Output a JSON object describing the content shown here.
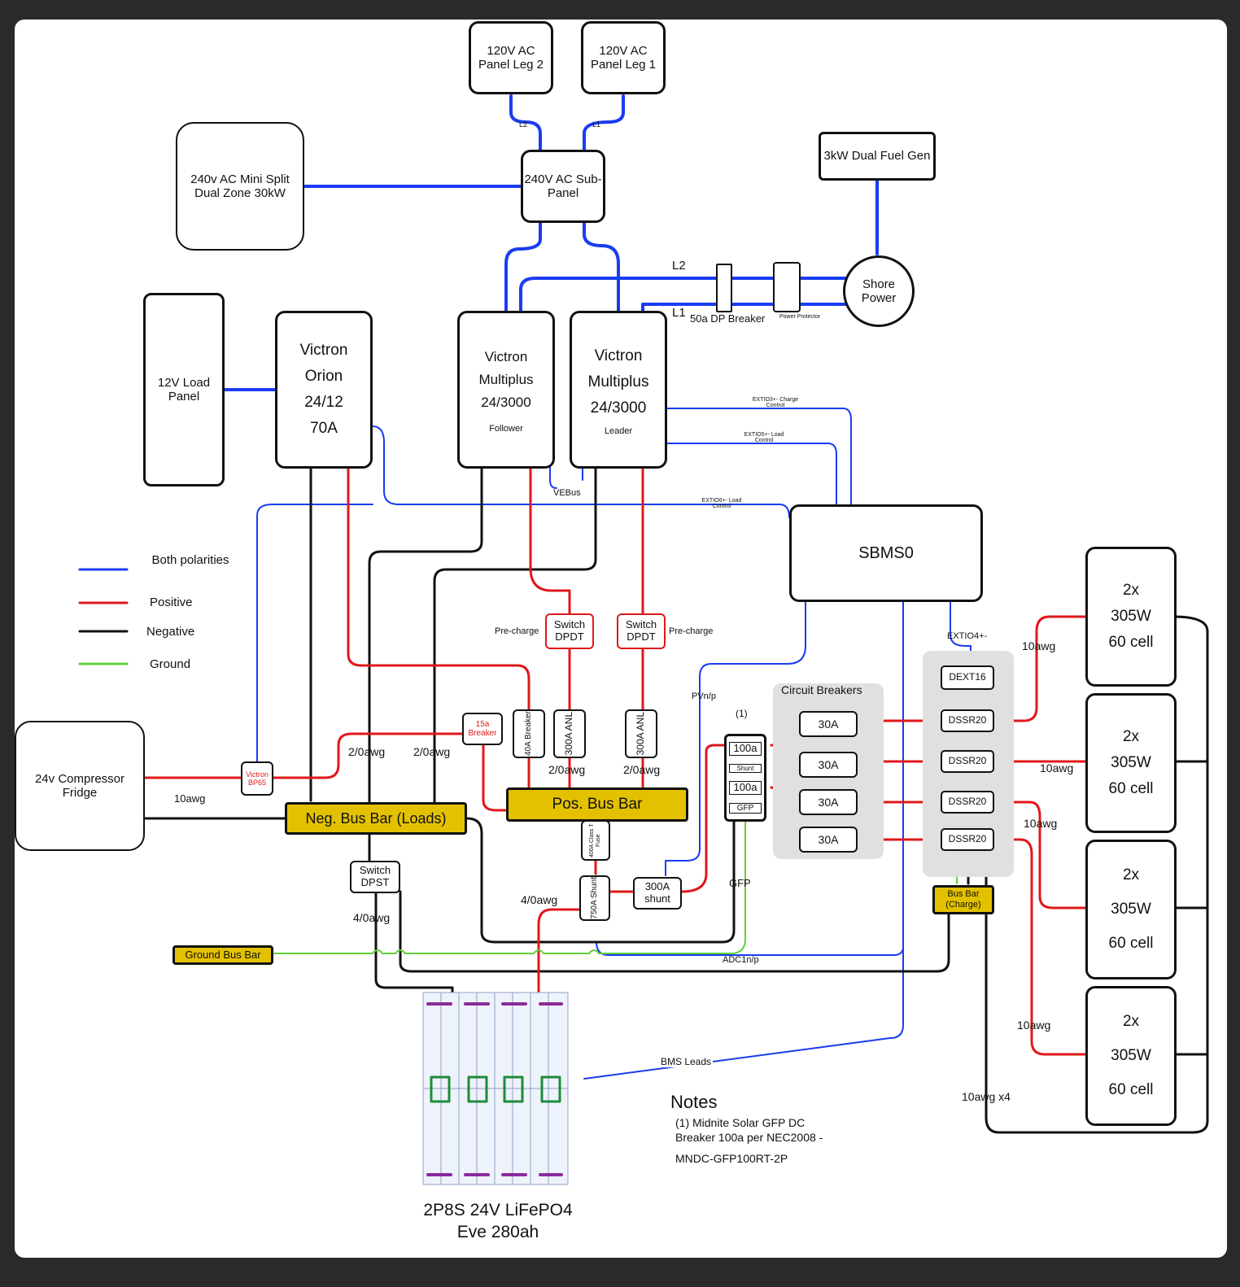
{
  "legend": {
    "both": "Both polarities",
    "positive": "Positive",
    "negative": "Negative",
    "ground": "Ground",
    "colors": {
      "both": "#1a3cf0",
      "positive": "#e0181b",
      "negative": "#111111",
      "ground": "#5fd03a"
    }
  },
  "components": {
    "panel_leg2": "120V AC Panel Leg 2",
    "panel_leg1": "120V AC Panel Leg 1",
    "mini_split": "240v AC Mini Split Dual Zone 30kW",
    "sub_panel": "240V AC Sub-Panel",
    "generator": "3kW Dual Fuel Gen",
    "shore_power": "Shore Power",
    "load_panel_12v": "12V Load Panel",
    "orion": [
      "Victron",
      "Orion",
      "24/12",
      "70A"
    ],
    "multiplus_follower": [
      "Victron",
      "Multiplus",
      "24/3000"
    ],
    "multiplus_follower_role": "Follower",
    "multiplus_leader": [
      "Victron",
      "Multiplus",
      "24/3000"
    ],
    "multiplus_leader_role": "Leader",
    "sbms": "SBMS0",
    "fridge": "24v Compressor Fridge",
    "victron_bp65": "Victron BP65",
    "breaker_15a": "15a Breaker",
    "breaker_40a": "40A Breaker",
    "anl_300a_1": "300A ANL",
    "anl_300a_2": "300A ANL",
    "switch_dpdt_1": "Switch DPDT",
    "switch_dpdt_2": "Switch DPDT",
    "switch_dpst": "Switch DPST",
    "neg_bus_bar": "Neg. Bus Bar (Loads)",
    "pos_bus_bar": "Pos. Bus Bar",
    "class_t_fuse": "400A Class T Fuse",
    "shunt_750a": "750A Shunt",
    "shunt_300a": "300A shunt",
    "ground_bus_bar": "Ground Bus Bar",
    "gfp_100a_1": "100a",
    "gfp_shunt": "Shunt",
    "gfp_100a_2": "100a",
    "gfp_label": "GFP",
    "circuit_breakers_title": "Circuit Breakers",
    "breakers": [
      "30A",
      "30A",
      "30A",
      "30A"
    ],
    "dext16": "DEXT16",
    "dssr": [
      "DSSR20",
      "DSSR20",
      "DSSR20",
      "DSSR20"
    ],
    "charge_bus_bar": "Bus Bar (Charge)",
    "solar": [
      [
        "2x",
        "305W",
        "60 cell"
      ],
      [
        "2x",
        "305W",
        "60 cell"
      ],
      [
        "2x",
        "305W",
        "60 cell"
      ],
      [
        "2x",
        "305W",
        "60 cell"
      ]
    ],
    "battery_title": [
      "2P8S 24V LiFePO4",
      "Eve 280ah"
    ],
    "dp_breaker": "50a DP Breaker",
    "power_protector": "Power Protector"
  },
  "wire_labels": {
    "l2_top": "L2",
    "l1_top": "L1",
    "l2": "L2",
    "l1": "L1",
    "vebus": "VEBus",
    "extio3": "EXTIO3+- Charge Control",
    "extio5": "EXTIO5+- Load Control",
    "extio6": "EXTIO6+- Load Control",
    "extio4": "EXTIO4+-",
    "precharge_1": "Pre-charge",
    "precharge_2": "Pre-charge",
    "pvnp": "PVn/p",
    "gfp_wire": "GFP",
    "adc": "ADC1n/p",
    "bms_leads": "BMS Leads",
    "note_ref": "(1)",
    "awg_20_1": "2/0awg",
    "awg_20_2": "2/0awg",
    "awg_20_3": "2/0awg",
    "awg_20_4": "2/0awg",
    "awg_40_1": "4/0awg",
    "awg_40_2": "4/0awg",
    "awg_10_fridge": "10awg",
    "awg_10_s1": "10awg",
    "awg_10_s2": "10awg",
    "awg_10_s3": "10awg",
    "awg_10_s4": "10awg",
    "awg_10_x4": "10awg x4"
  },
  "notes": {
    "title": "Notes",
    "line1": "(1) Midnite Solar GFP DC",
    "line2": "Breaker 100a per NEC2008 -",
    "line3": "MNDC-GFP100RT-2P"
  }
}
